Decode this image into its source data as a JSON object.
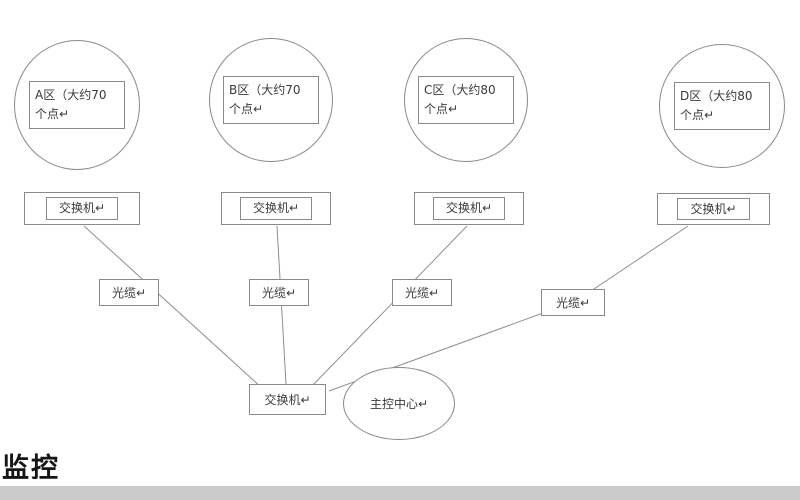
{
  "zones": [
    {
      "line1": "A区（大约70",
      "line2": "个点↵"
    },
    {
      "line1": "B区（大约70",
      "line2": "个点↵"
    },
    {
      "line1": "C区（大约80",
      "line2": "个点↵"
    },
    {
      "line1": "D区（大约80",
      "line2": "个点↵"
    }
  ],
  "labels": {
    "switch": "交换机↵",
    "fiber": "光缆↵",
    "central_switch": "交换机↵",
    "control_center": "主控中心↵"
  },
  "caption": "监控",
  "colors": {
    "line": "#8f8f8f",
    "border": "#8a8a8a",
    "text": "#3a3a3a",
    "caption": "#161616",
    "bottom_band": "#cbcbcb"
  }
}
